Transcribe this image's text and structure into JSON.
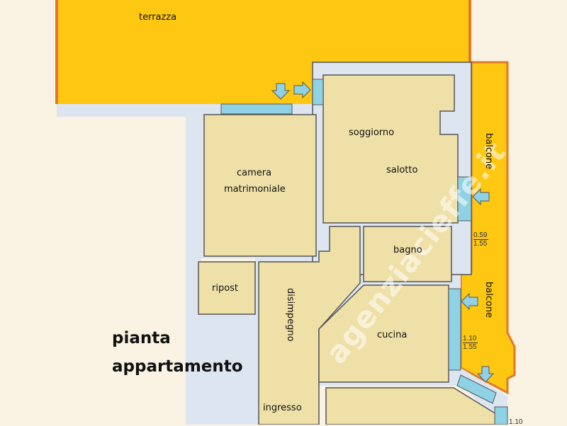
{
  "plan": {
    "title_line1": "pianta",
    "title_line2": "appartamento",
    "watermark": "agenziacieffe.it",
    "colors": {
      "background": "#faf3e3",
      "terrace": "#fec812",
      "terrace_border": "#e07a2a",
      "room": "#efe0a8",
      "wall": "#dde6f0",
      "window": "#8fd2e6",
      "outline": "#555555"
    },
    "rooms": [
      {
        "id": "terrazza",
        "label": "terrazza"
      },
      {
        "id": "soggiorno",
        "label": "soggiorno"
      },
      {
        "id": "salotto",
        "label": "salotto"
      },
      {
        "id": "camera_line1",
        "label": "camera"
      },
      {
        "id": "camera_line2",
        "label": "matrimoniale"
      },
      {
        "id": "bagno",
        "label": "bagno"
      },
      {
        "id": "ripost",
        "label": "ripost"
      },
      {
        "id": "disimpegno",
        "label": "disimpegno"
      },
      {
        "id": "cucina",
        "label": "cucina"
      },
      {
        "id": "ingresso",
        "label": "ingresso"
      },
      {
        "id": "balcone_upper",
        "label": "balcone"
      },
      {
        "id": "balcone_lower",
        "label": "balcone"
      }
    ],
    "window_dimensions": [
      {
        "width": "0.59",
        "height": "1.55"
      },
      {
        "width": "1.10",
        "height": "1.55"
      },
      {
        "width": "1.10",
        "height": ""
      }
    ]
  }
}
